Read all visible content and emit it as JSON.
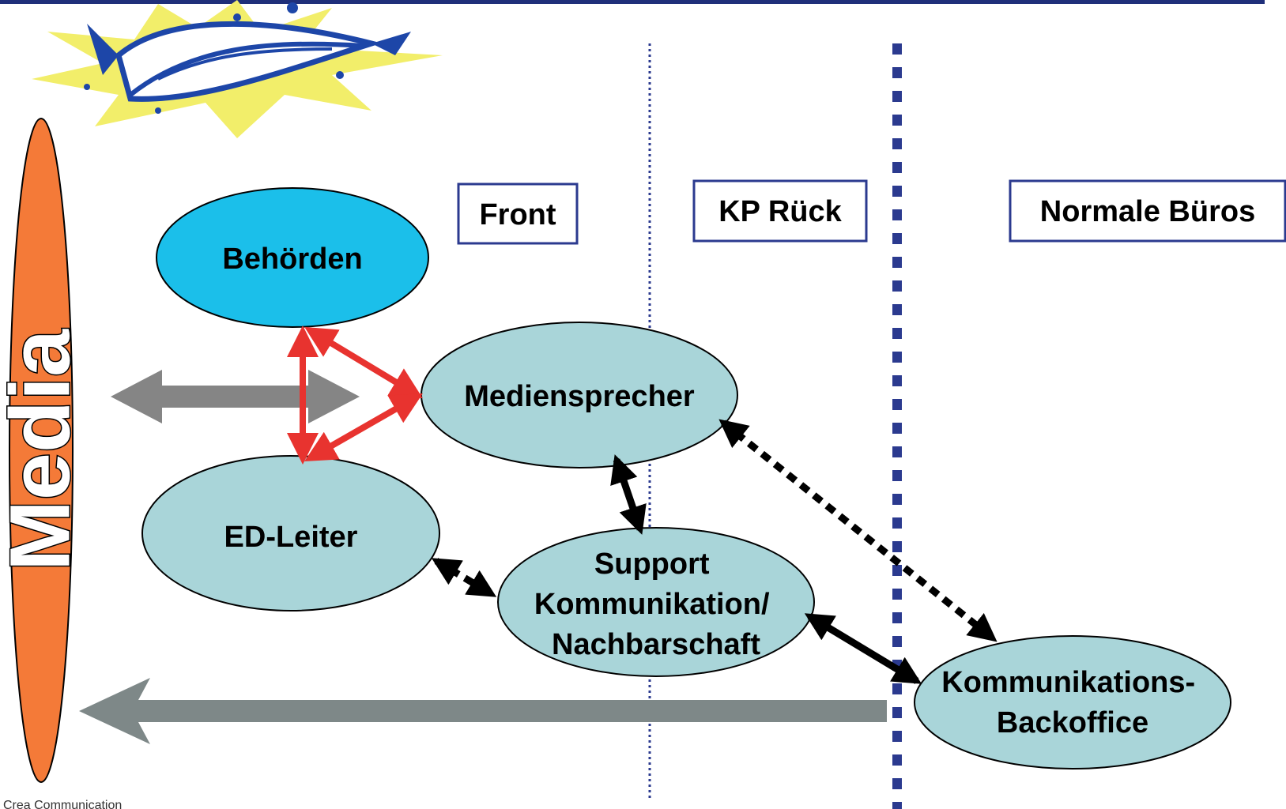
{
  "media_label": "Media",
  "columns": {
    "front": "Front",
    "kp_rueck": "KP Rück",
    "normale_bueros": "Normale Büros"
  },
  "nodes": {
    "behoerden": [
      "Behörden"
    ],
    "mediensprecher": [
      "Mediensprecher"
    ],
    "ed_leiter": [
      "ED-Leiter"
    ],
    "support": [
      "Support",
      "Kommunikation/",
      "Nachbarschaft"
    ],
    "backoffice": [
      "Kommunikations-",
      "Backoffice"
    ]
  },
  "footer": "Crea Communication",
  "colors": {
    "top_rule": "#1f2f7a",
    "media_fill": "#f47a38",
    "behoerden_fill": "#1bbfea",
    "node_fill": "#a9d5d9",
    "red_arrow": "#e8332f",
    "gray_arrow": "#858585",
    "dark_gray_arrow": "#7e8888",
    "divider": "#2b3a8f",
    "header_border": "#2b3a8f"
  }
}
